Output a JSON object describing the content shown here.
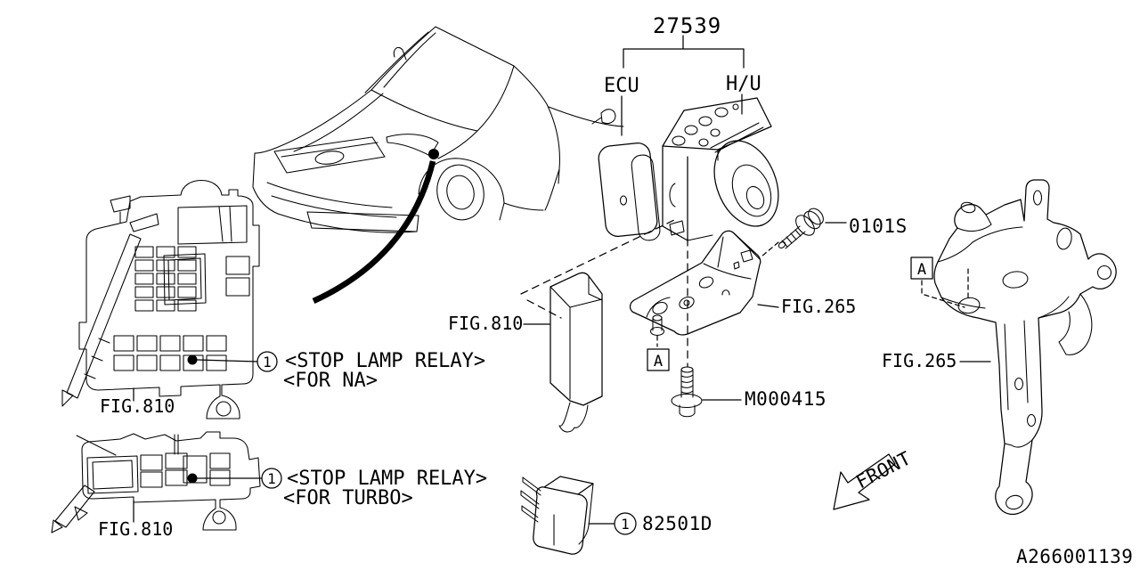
{
  "diagram": {
    "id": "A266001139",
    "front_label": "FRONT"
  },
  "assembly": {
    "part_number": "27539",
    "ecu_label": "ECU",
    "hydraulic_unit_label": "H/U"
  },
  "parts": {
    "screw": "0101S",
    "flange_bolt": "M000415",
    "relay": "82501D"
  },
  "references": {
    "fig_810": "FIG.810",
    "fig_265": "FIG.265"
  },
  "callouts": {
    "number_1": "1",
    "view_a": "A"
  },
  "notes": {
    "stop_lamp_relay": "<STOP LAMP RELAY>",
    "for_na": "<FOR NA>",
    "for_turbo": "<FOR TURBO>"
  },
  "colors": {
    "line": "#000000",
    "background": "#ffffff"
  }
}
